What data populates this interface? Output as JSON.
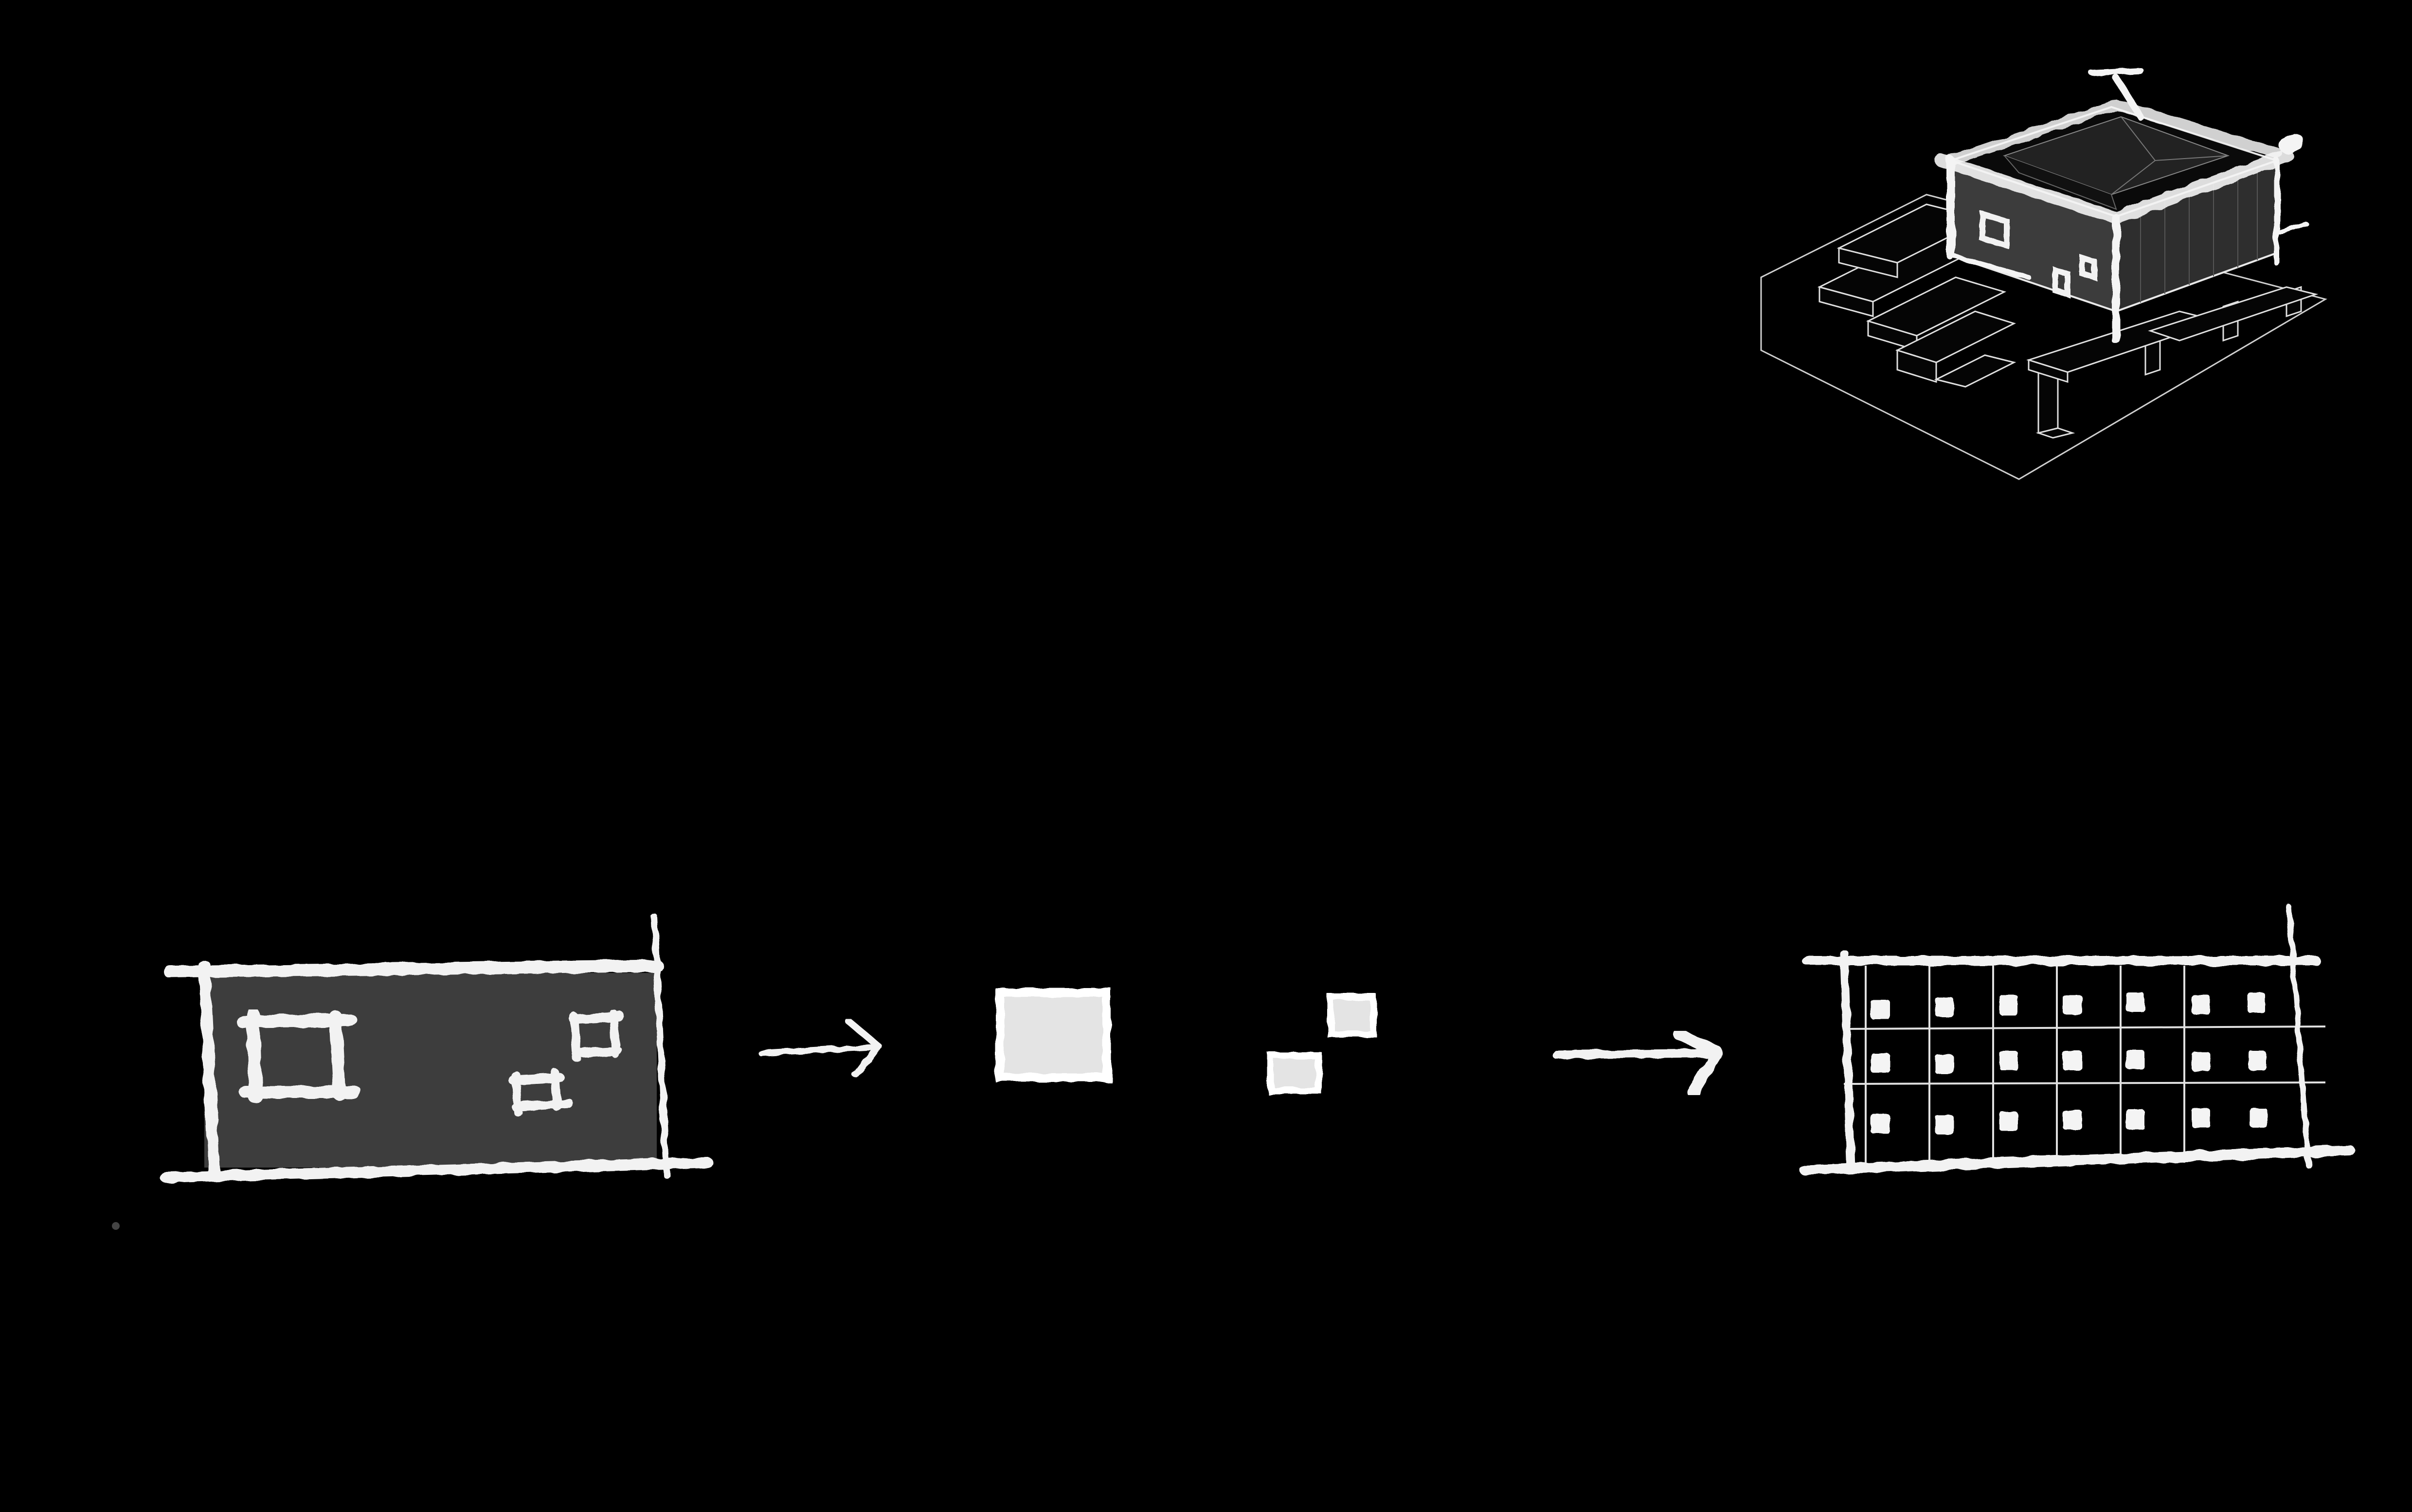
{
  "colors": {
    "background": "#000000",
    "chalk": "#f2f2f2",
    "wall_fill": "#3a3a3a",
    "line": "#d8d8d8"
  },
  "facade_grid": {
    "rows": 3,
    "columns": 7
  },
  "elements": {
    "axonometric": "axonometric-house-sketch",
    "solid_wall": "solid-wall-with-openings",
    "extracted_openings": "extracted-openings",
    "grid_facade": "grid-facade"
  }
}
